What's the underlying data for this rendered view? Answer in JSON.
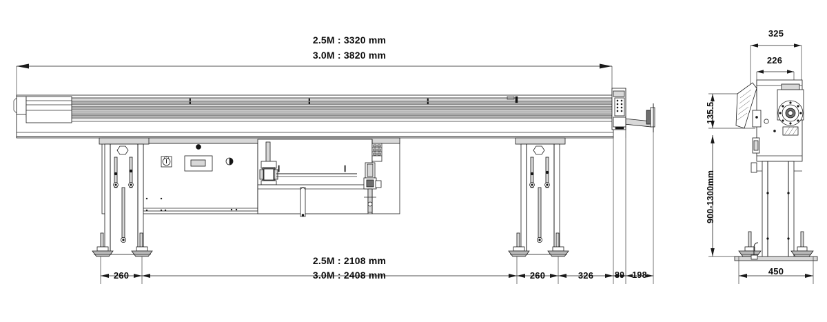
{
  "drawing": {
    "title": "Machine dimensional drawing",
    "units": "mm",
    "views": [
      {
        "name": "front-elevation",
        "label": ""
      },
      {
        "name": "side-elevation",
        "label": ""
      }
    ]
  },
  "dimensions": {
    "top_overall": {
      "line1": "2.5M : 3320 mm",
      "line2": "3.0M : 3820 mm"
    },
    "bottom_overall": {
      "line1": "2.5M : 2108 mm",
      "line2": "3.0M : 2408 mm"
    },
    "bottom_left_leg": "260",
    "bottom_right_leg": "260",
    "bottom_right_326": "326",
    "bottom_right_80": "80",
    "bottom_right_198": "198",
    "side_width_outer": "325",
    "side_width_inner": "226",
    "side_height_top": "135.5",
    "side_height_range": "900-1300mm",
    "side_base_width": "450"
  },
  "colors": {
    "line": "#1a1a1a",
    "background": "#ffffff",
    "fill_light": "#d8d8d8",
    "fill_mid": "#b9b9b9",
    "fill_dark": "#6f6f6f"
  }
}
